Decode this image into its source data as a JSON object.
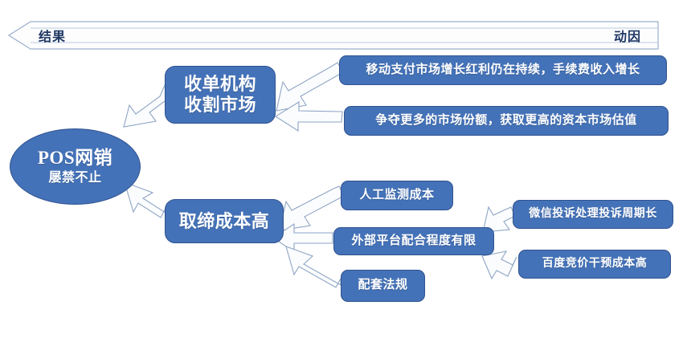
{
  "banner": {
    "left_label": "结果",
    "right_label": "动因",
    "accent_color": "#1f3864",
    "outline_color": "#9bb0cd"
  },
  "theme": {
    "node_fill": "#4472b8",
    "node_border": "#2f528f",
    "node_text": "#ffffff",
    "arrow_fill": "#fbfcfe",
    "arrow_stroke": "#8ea5c4",
    "background": "#ffffff"
  },
  "nodes": {
    "root": {
      "title": "POS网销",
      "subtitle": "屡禁不止",
      "shape": "ellipse"
    },
    "acquirer": {
      "line1": "收单机构",
      "line2": "收割市场",
      "shape": "rounded"
    },
    "cost": {
      "label": "取缔成本高",
      "shape": "rounded"
    },
    "mobile_pay": {
      "label": "移动支付市场增长红利仍在持续，手续费收入增长",
      "shape": "pill"
    },
    "market_share": {
      "label": "争夺更多的市场份额，获取更高的资本市场估值",
      "shape": "pill"
    },
    "manual_monitor": {
      "label": "人工监测成本",
      "shape": "pill"
    },
    "platform_cooperation": {
      "label": "外部平台配合程度有限",
      "shape": "pill"
    },
    "regulation": {
      "label": "配套法规",
      "shape": "pill"
    },
    "wechat_complaint": {
      "label": "微信投诉处理投诉周期长",
      "shape": "pill"
    },
    "baidu_bidding": {
      "label": "百度竞价干预成本高",
      "shape": "pill"
    }
  },
  "connections": [
    {
      "from": "acquirer",
      "to": "root",
      "style": "hollow-block-arrow"
    },
    {
      "from": "cost",
      "to": "root",
      "style": "hollow-block-arrow"
    },
    {
      "from": "mobile_pay",
      "to": "acquirer",
      "style": "hollow-block-arrow"
    },
    {
      "from": "market_share",
      "to": "acquirer",
      "style": "hollow-block-arrow"
    },
    {
      "from": "manual_monitor",
      "to": "cost",
      "style": "hollow-block-arrow"
    },
    {
      "from": "platform_cooperation",
      "to": "cost",
      "style": "hollow-block-arrow"
    },
    {
      "from": "regulation",
      "to": "cost",
      "style": "hollow-block-arrow"
    },
    {
      "from": "wechat_complaint",
      "to": "platform_cooperation",
      "style": "hollow-block-arrow"
    },
    {
      "from": "baidu_bidding",
      "to": "platform_cooperation",
      "style": "hollow-block-arrow"
    }
  ]
}
